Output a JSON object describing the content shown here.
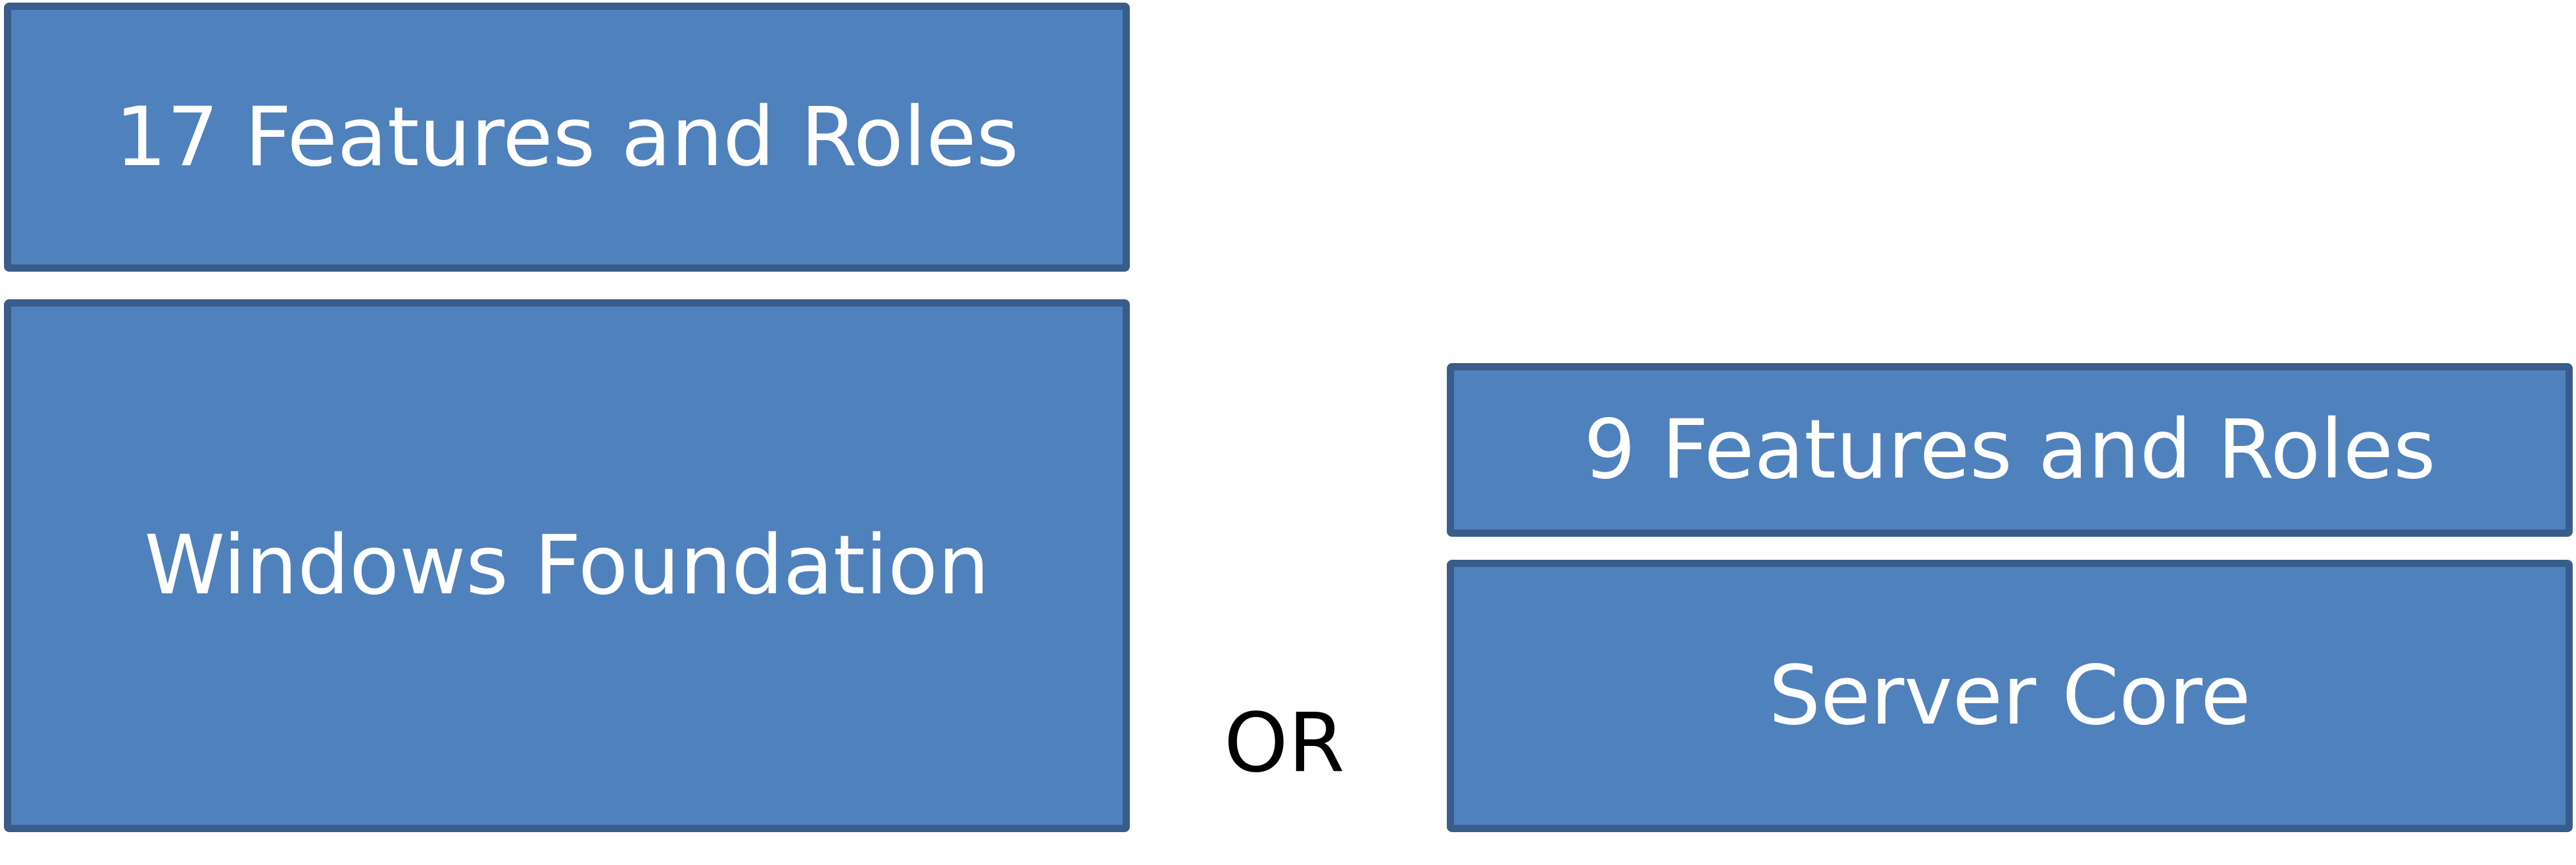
{
  "left_stack": {
    "top_box": {
      "label": "17 Features and Roles"
    },
    "base_box": {
      "label": "Windows Foundation"
    }
  },
  "separator": {
    "label": "OR"
  },
  "right_stack": {
    "top_box": {
      "label": "9 Features and Roles"
    },
    "base_box": {
      "label": "Server Core"
    }
  },
  "colors": {
    "box_fill": "#4f81bd",
    "box_border": "#385d8a",
    "box_text": "#ffffff",
    "separator_text": "#000000",
    "background": "#ffffff"
  }
}
